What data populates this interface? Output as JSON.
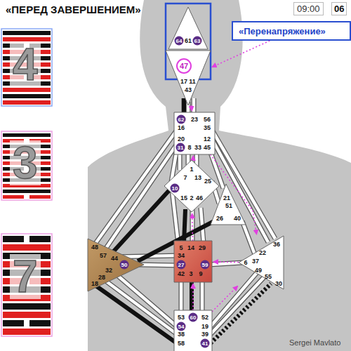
{
  "diagram": {
    "title": "«ПЕРЕД ЗАВЕРШЕНИЕМ»",
    "nodes": [
      {
        "text": [
          "64",
          "61",
          "63"
        ]
      },
      {
        "text": [
          "«Перенапряжение»"
        ]
      },
      {
        "text": [
          "47",
          "17",
          "11",
          "43"
        ]
      },
      {
        "text": [
          "62",
          "23",
          "56",
          "16",
          "35",
          "20",
          "12",
          "31",
          "8",
          "33",
          "45"
        ]
      },
      {
        "text": [
          "1",
          "7",
          "13",
          "25",
          "10",
          "15",
          "2",
          "46"
        ]
      },
      {
        "text": [
          "21",
          "51",
          "26",
          "40"
        ]
      },
      {
        "text": [
          "48",
          "57",
          "44",
          "50",
          "32",
          "28",
          "18"
        ]
      },
      {
        "text": [
          "5",
          "14",
          "29",
          "34",
          "27",
          "59",
          "42",
          "3",
          "9"
        ]
      },
      {
        "text": [
          "36",
          "22",
          "6",
          "37",
          "49",
          "55",
          "30"
        ]
      },
      {
        "text": [
          "53",
          "60",
          "52",
          "54",
          "19",
          "38",
          "39",
          "58",
          "41"
        ]
      }
    ],
    "edges": [
      {
        "from": 1,
        "to": 2,
        "arrow": "to"
      },
      {
        "from": 2,
        "to": 3,
        "arrow": "to"
      },
      {
        "from": 3,
        "to": 8,
        "arrow": "to"
      },
      {
        "from": 8,
        "to": 7,
        "arrow": "to"
      },
      {
        "from": 7,
        "to": 4,
        "arrow": "to"
      },
      {
        "from": 4,
        "to": 3,
        "arrow": "to"
      },
      {
        "from": 9,
        "to": 7,
        "arrow": "to"
      },
      {
        "from": 9,
        "to": 8,
        "arrow": "to"
      }
    ],
    "labels": [
      "09:00",
      "06",
      "4",
      "3",
      "7",
      "Sergei Mavlato"
    ]
  }
}
